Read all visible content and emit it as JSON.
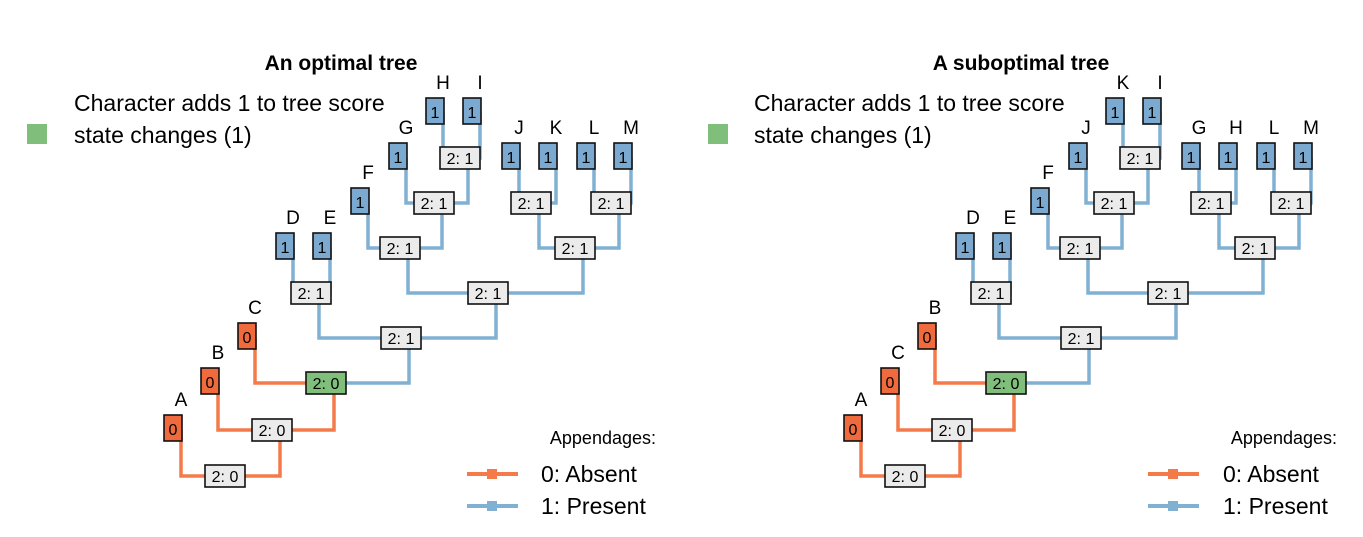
{
  "colors": {
    "absent": "#F47A4A",
    "present": "#80B1D3",
    "absent_box": "#EF6A3C",
    "present_box": "#7BA9CF",
    "internal_box": "#EBEBEB",
    "change_box": "#7FBF7B"
  },
  "panels": [
    {
      "title": "An optimal tree",
      "note_line1": "Character adds 1 to tree score",
      "note_line2": "state changes (1)",
      "legend": {
        "title": "Appendages:",
        "items": [
          {
            "label": "0: Absent",
            "state": "absent"
          },
          {
            "label": "1: Present",
            "state": "present"
          }
        ]
      },
      "tips": [
        {
          "label": "A",
          "value": "0"
        },
        {
          "label": "B",
          "value": "0"
        },
        {
          "label": "C",
          "value": "0"
        },
        {
          "label": "D",
          "value": "1"
        },
        {
          "label": "E",
          "value": "1"
        },
        {
          "label": "F",
          "value": "1"
        },
        {
          "label": "G",
          "value": "1"
        },
        {
          "label": "H",
          "value": "1"
        },
        {
          "label": "I",
          "value": "1"
        },
        {
          "label": "J",
          "value": "1"
        },
        {
          "label": "K",
          "value": "1"
        },
        {
          "label": "L",
          "value": "1"
        },
        {
          "label": "M",
          "value": "1"
        }
      ],
      "internal_nodes": [
        {
          "text": "2: 0",
          "change": false
        },
        {
          "text": "2: 0",
          "change": false
        },
        {
          "text": "2: 0",
          "change": true
        },
        {
          "text": "2: 1",
          "change": false
        },
        {
          "text": "2: 1",
          "change": false
        },
        {
          "text": "2: 1",
          "change": false
        },
        {
          "text": "2: 1",
          "change": false
        },
        {
          "text": "2: 1",
          "change": false
        },
        {
          "text": "2: 1",
          "change": false
        },
        {
          "text": "2: 1",
          "change": false
        },
        {
          "text": "2: 1",
          "change": false
        },
        {
          "text": "2: 1",
          "change": false
        }
      ]
    },
    {
      "title": "A suboptimal tree",
      "note_line1": "Character adds 1 to tree score",
      "note_line2": "state changes (1)",
      "legend": {
        "title": "Appendages:",
        "items": [
          {
            "label": "0: Absent",
            "state": "absent"
          },
          {
            "label": "1: Present",
            "state": "present"
          }
        ]
      },
      "tips": [
        {
          "label": "A",
          "value": "0"
        },
        {
          "label": "C",
          "value": "0"
        },
        {
          "label": "B",
          "value": "0"
        },
        {
          "label": "D",
          "value": "1"
        },
        {
          "label": "E",
          "value": "1"
        },
        {
          "label": "F",
          "value": "1"
        },
        {
          "label": "J",
          "value": "1"
        },
        {
          "label": "K",
          "value": "1"
        },
        {
          "label": "I",
          "value": "1"
        },
        {
          "label": "G",
          "value": "1"
        },
        {
          "label": "H",
          "value": "1"
        },
        {
          "label": "L",
          "value": "1"
        },
        {
          "label": "M",
          "value": "1"
        }
      ],
      "internal_nodes": [
        {
          "text": "2: 0",
          "change": false
        },
        {
          "text": "2: 0",
          "change": false
        },
        {
          "text": "2: 0",
          "change": true
        },
        {
          "text": "2: 1",
          "change": false
        },
        {
          "text": "2: 1",
          "change": false
        },
        {
          "text": "2: 1",
          "change": false
        },
        {
          "text": "2: 1",
          "change": false
        },
        {
          "text": "2: 1",
          "change": false
        },
        {
          "text": "2: 1",
          "change": false
        },
        {
          "text": "2: 1",
          "change": false
        },
        {
          "text": "2: 1",
          "change": false
        },
        {
          "text": "2: 1",
          "change": false
        }
      ]
    }
  ]
}
